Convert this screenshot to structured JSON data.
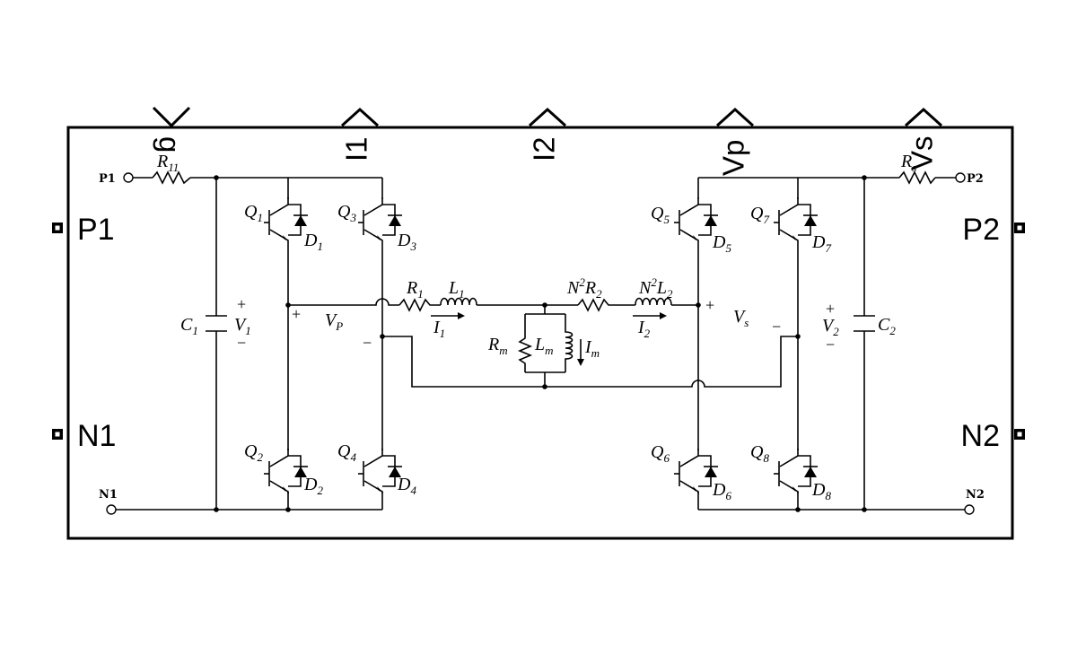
{
  "block": {
    "inports": [
      {
        "id": "p1",
        "label": "P1"
      },
      {
        "id": "n1",
        "label": "N1"
      }
    ],
    "outports": [
      {
        "id": "p2",
        "label": "P2"
      },
      {
        "id": "n2",
        "label": "N2"
      }
    ],
    "signals": [
      {
        "id": "g",
        "label": "g",
        "direction": "input"
      },
      {
        "id": "i1",
        "label": "I1",
        "direction": "output"
      },
      {
        "id": "i2",
        "label": "I2",
        "direction": "output"
      },
      {
        "id": "vp",
        "label": "Vp",
        "direction": "output"
      },
      {
        "id": "vs",
        "label": "Vs",
        "direction": "output"
      }
    ]
  },
  "circuit": {
    "terminals": {
      "p1": "P1",
      "n1": "N1",
      "p2": "P2",
      "n2": "N2"
    },
    "resistors": {
      "r11": {
        "main": "R",
        "sub": "11"
      },
      "rs": {
        "main": "R",
        "sub": "s"
      },
      "r1": {
        "main": "R",
        "sub": "1"
      },
      "rm": {
        "main": "R",
        "sub": "m"
      },
      "r2": {
        "prefix": "N",
        "sup": "2",
        "main": "R",
        "sub": "2"
      }
    },
    "inductors": {
      "l1": {
        "main": "L",
        "sub": "1"
      },
      "lm": {
        "main": "L",
        "sub": "m"
      },
      "l2": {
        "prefix": "N",
        "sup": "2",
        "main": "L",
        "sub": "2"
      }
    },
    "capacitors": {
      "c1": {
        "main": "C",
        "sub": "1"
      },
      "c2": {
        "main": "C",
        "sub": "2"
      }
    },
    "switches": [
      {
        "id": "q1",
        "q": "1",
        "d": "1"
      },
      {
        "id": "q3",
        "q": "3",
        "d": "3"
      },
      {
        "id": "q2",
        "q": "2",
        "d": "2"
      },
      {
        "id": "q4",
        "q": "4",
        "d": "4"
      },
      {
        "id": "q5",
        "q": "5",
        "d": "5"
      },
      {
        "id": "q7",
        "q": "7",
        "d": "7"
      },
      {
        "id": "q6",
        "q": "6",
        "d": "6"
      },
      {
        "id": "q8",
        "q": "8",
        "d": "8"
      }
    ],
    "voltages": {
      "v1": {
        "main": "V",
        "sub": "1"
      },
      "v2": {
        "main": "V",
        "sub": "2"
      },
      "vp": {
        "main": "V",
        "sub": "P"
      },
      "vs": {
        "main": "V",
        "sub": "s"
      }
    },
    "currents": {
      "i1": {
        "main": "I",
        "sub": "1"
      },
      "i2": {
        "main": "I",
        "sub": "2"
      },
      "im": {
        "main": "I",
        "sub": "m"
      }
    },
    "polarity": {
      "plus": "+",
      "minus": "−"
    }
  }
}
